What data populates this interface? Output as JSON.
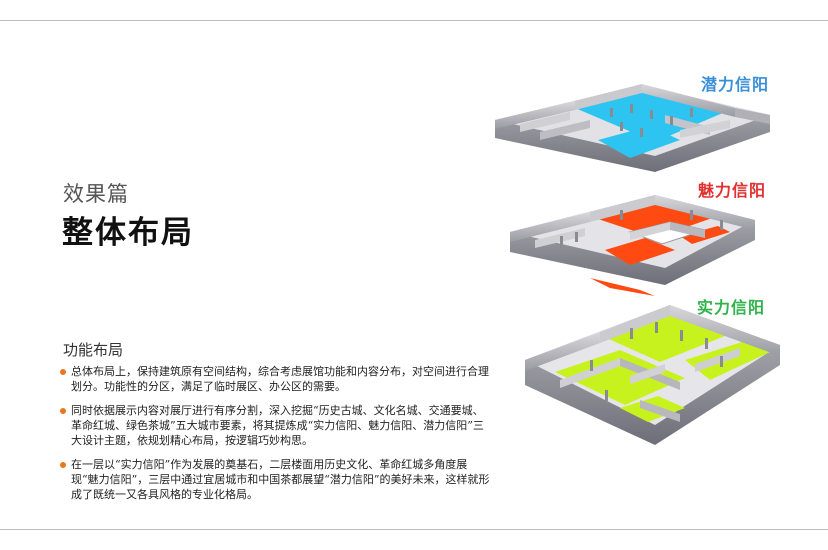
{
  "header": {
    "subtitle": "效果篇",
    "title": "整体布局"
  },
  "section": {
    "heading": "功能布局",
    "bullets": [
      "总体布局上，保持建筑原有空间结构，综合考虑展馆功能和内容分布，对空间进行合理划分。功能性的分区，满足了临时展区、办公区的需要。",
      "同时依据展示内容对展厅进行有序分割，深入挖掘“历史古城、文化名城、交通要城、革命红城、绿色茶城”五大城市要素，将其提炼成“实力信阳、魅力信阳、潜力信阳”三大设计主题，依规划精心布局，按逻辑巧妙构思。",
      "在一层以“实力信阳”作为发展的奠基石，二层楼面用历史文化、革命红城多角度展现“魅力信阳”，三层中通过宜居城市和中国茶都展望“潜力信阳”的美好未来，这样就形成了既统一又各具风格的专业化格局。"
    ],
    "bullet_color": "#e87722"
  },
  "floors": [
    {
      "label": "潜力信阳",
      "color": "#3a8fd8",
      "fill": "#2ec4f2"
    },
    {
      "label": "魅力信阳",
      "color": "#e03030",
      "fill": "#ff4a12"
    },
    {
      "label": "实力信阳",
      "color": "#2db34a",
      "fill": "#c8f21e"
    }
  ]
}
